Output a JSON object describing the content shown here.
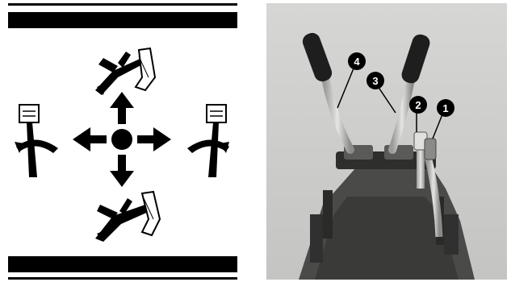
{
  "controls_diagram": {
    "directions": [
      "up",
      "left",
      "right",
      "down"
    ],
    "colors": {
      "ink": "#000000",
      "paper": "#ffffff"
    }
  },
  "lever_photo": {
    "callouts": [
      {
        "label": "4"
      },
      {
        "label": "3"
      },
      {
        "label": "2"
      },
      {
        "label": "1"
      }
    ],
    "colors": {
      "background": "#cfcfcd",
      "metal": "#d8d8d6",
      "dark": "#3a3a3a"
    }
  }
}
